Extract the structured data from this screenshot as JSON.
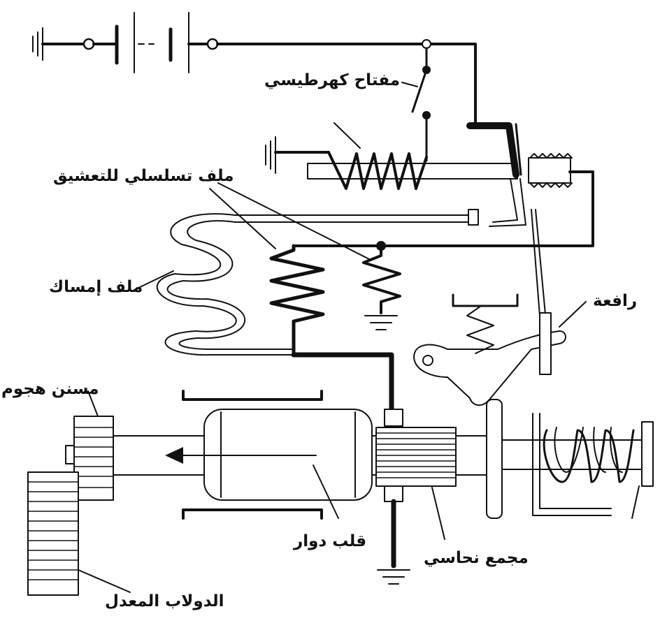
{
  "diagram": {
    "labels": {
      "ignition_switch": "مفتاح كهرطيسي",
      "series_coil": "ملف تسلسلي للتعشيق",
      "hold_coil": "ملف إمساك",
      "lever": "رافعة",
      "pinion": "مسنن هجوم",
      "armature": "قلب دوار",
      "commutator": "مجمع نحاسي",
      "flywheel": "الدولاب المعدل"
    }
  }
}
